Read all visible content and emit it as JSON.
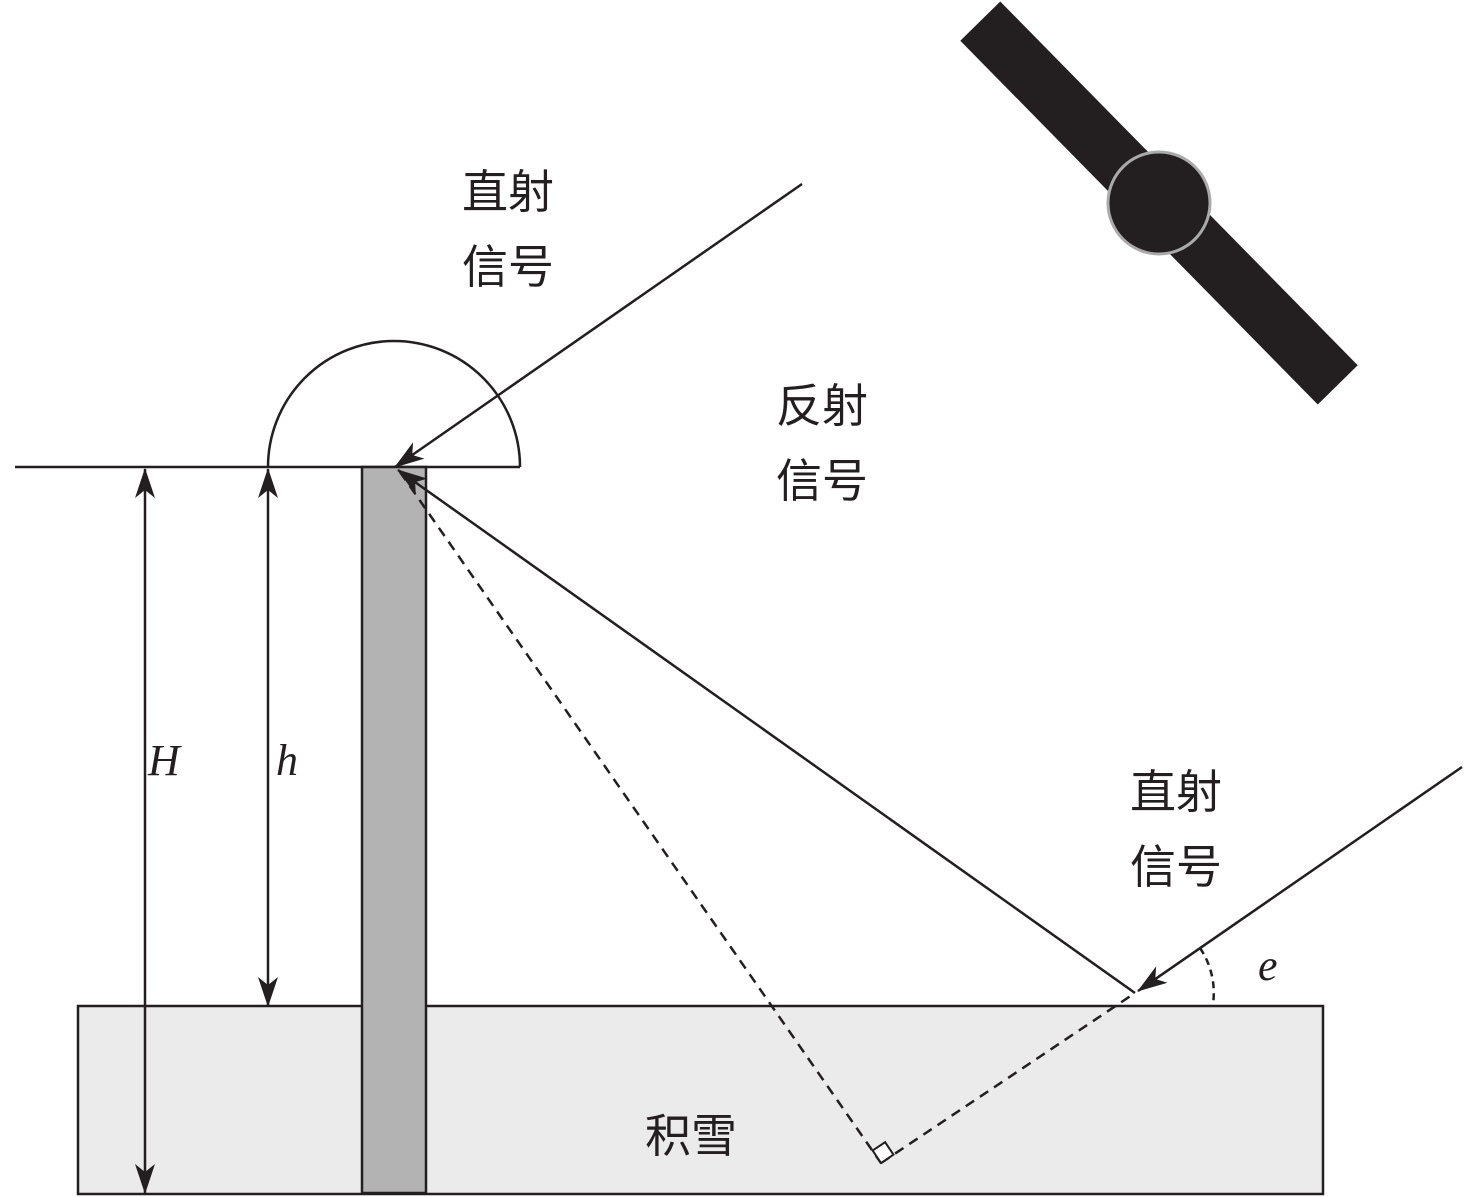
{
  "labels": {
    "direct_signal_top": [
      "直射",
      "信号"
    ],
    "reflected_signal": [
      "反射",
      "信号"
    ],
    "direct_signal_right": [
      "直射",
      "信号"
    ],
    "antenna_height_H": "H",
    "antenna_height_above_snow_h": "h",
    "elevation_angle": "e",
    "snow": "积雪"
  },
  "colors": {
    "line": "#231f20",
    "pole": "#b3b3b3",
    "snow": "#ebebeb",
    "satellite_outline": "#aaaaaa"
  }
}
